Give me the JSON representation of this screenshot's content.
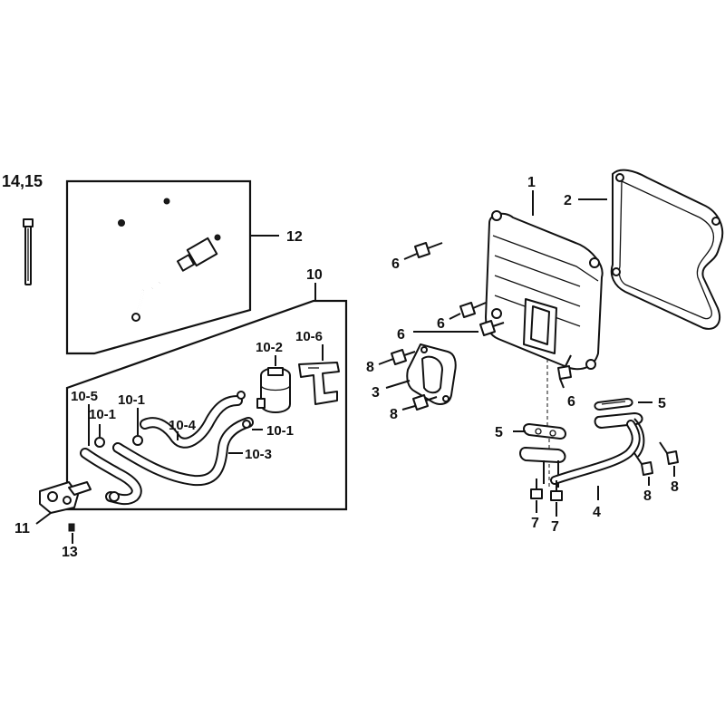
{
  "callouts": {
    "c_14_15": "14,15",
    "c_12": "12",
    "c_10": "10",
    "c_10_2": "10-2",
    "c_10_6": "10-6",
    "c_10_5": "10-5",
    "c_10_1_a": "10-1",
    "c_10_1_b": "10-1",
    "c_10_1_c": "10-1",
    "c_10_4": "10-4",
    "c_10_3": "10-3",
    "c_11": "11",
    "c_13": "13",
    "c_1": "1",
    "c_2": "2",
    "c_6_a": "6",
    "c_6_b": "6",
    "c_6_c": "6",
    "c_6_d": "6",
    "c_8_a": "8",
    "c_8_b": "8",
    "c_8_c": "8",
    "c_8_d": "8",
    "c_3": "3",
    "c_5_a": "5",
    "c_5_b": "5",
    "c_7_a": "7",
    "c_7_b": "7",
    "c_4": "4"
  }
}
